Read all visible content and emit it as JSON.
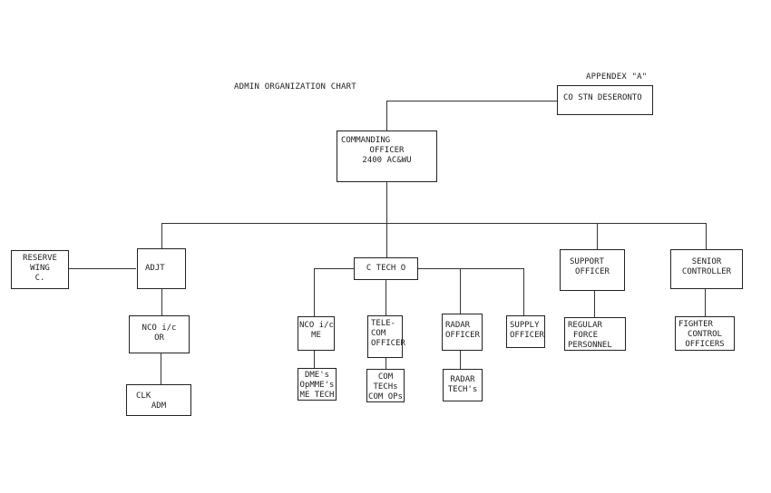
{
  "document": {
    "appendix": "APPENDEX \"A\"",
    "title": "ADMIN ORGANIZATION CHART"
  },
  "nodes": {
    "co_stn": [
      "CO STN DESERONTO"
    ],
    "commanding": [
      "COMMANDING",
      "OFFICER",
      "2400 AC&WU"
    ],
    "reserve": [
      "RESERVE",
      "WING",
      "C."
    ],
    "adjt": [
      "ADJT"
    ],
    "ctech": [
      "C TECH O"
    ],
    "support": [
      "SUPPORT",
      "OFFICER"
    ],
    "senior": [
      "SENIOR",
      "CONTROLLER"
    ],
    "nco_or": [
      "NCO i/c",
      "OR"
    ],
    "clk": [
      "CLK",
      "ADM"
    ],
    "nco_me": [
      "NCO i/c",
      "ME"
    ],
    "telecom": [
      "TELE-",
      "COM",
      "OFFICER"
    ],
    "radar_off": [
      "RADAR",
      "OFFICER"
    ],
    "supply": [
      "SUPPLY",
      "OFFICER"
    ],
    "regular": [
      "REGULAR",
      "FORCE",
      "PERSONNEL"
    ],
    "fighter": [
      "FIGHTER",
      "CONTROL",
      "OFFICERS"
    ],
    "dme": [
      "DME's",
      "OpMME's",
      "ME TECH"
    ],
    "comtech": [
      "COM",
      "TECHs",
      "COM OPs"
    ],
    "radar_tech": [
      "RADAR",
      "TECH's"
    ]
  }
}
